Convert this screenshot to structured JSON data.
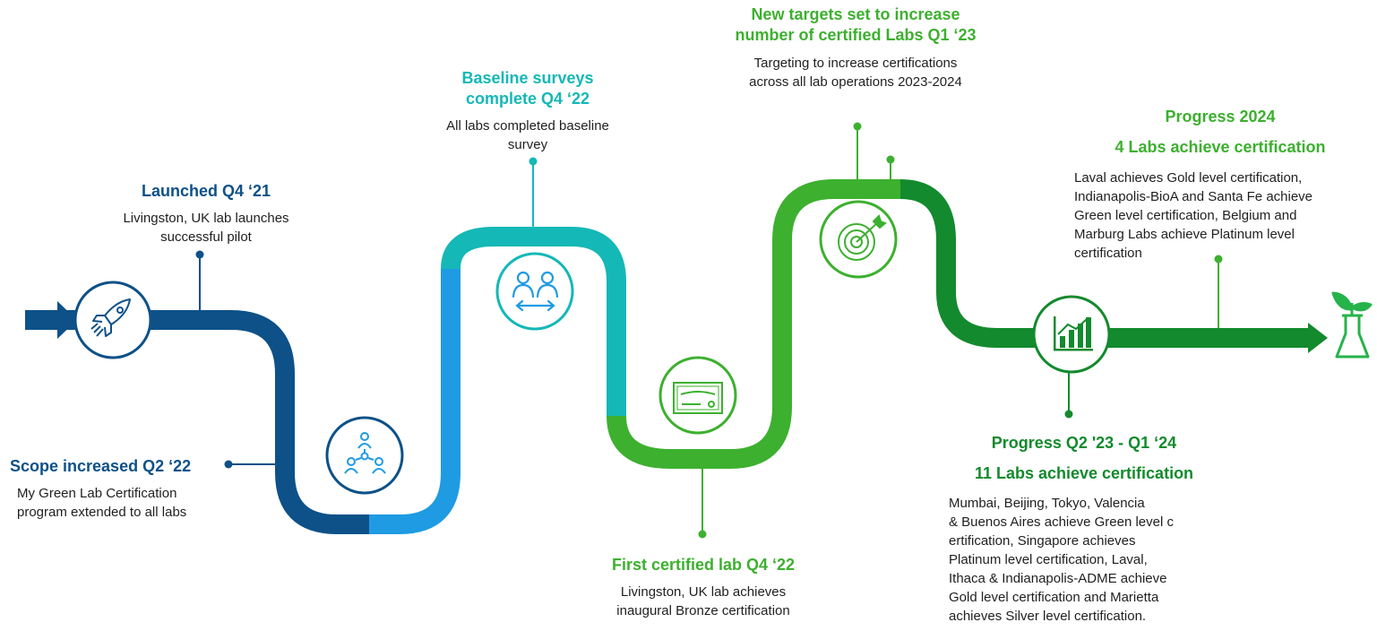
{
  "colors": {
    "navy": "#0d5188",
    "blue": "#1e9be2",
    "teal": "#14b8b6",
    "green": "#3db02f",
    "dark_green": "#138a2d",
    "text": "#1f1f1f"
  },
  "milestones": {
    "launched": {
      "title": "Launched Q4 ‘21",
      "body": "Livingston, UK lab launches\nsuccessful pilot",
      "icon": "rocket-icon"
    },
    "scope": {
      "title": "Scope increased Q2 ‘22",
      "body": "My Green Lab Certification\nprogram extended to all labs",
      "icon": "network-people-icon"
    },
    "baseline": {
      "title": "Baseline surveys\ncomplete Q4 ‘22",
      "body": "All labs completed baseline\nsurvey",
      "icon": "people-exchange-icon"
    },
    "first_certified": {
      "title": "First certified lab Q4 ‘22",
      "body": "Livingston, UK lab achieves\ninaugural Bronze certification",
      "icon": "certificate-icon"
    },
    "new_targets": {
      "title": "New targets set to increase\nnumber of certified Labs Q1 ‘23",
      "body": "Targeting to increase certifications\nacross all lab operations 2023-2024",
      "icon": "target-icon"
    },
    "progress_23_24": {
      "title": "Progress Q2 '23 - Q1 ‘24",
      "subtitle": "11 Labs achieve certification",
      "body": "Mumbai, Beijing, Tokyo, Valencia\n& Buenos Aires achieve Green level  c\nertification, Singapore achieves\nPlatinum level  certification, Laval,\nIthaca & Indianapolis-ADME achieve\nGold level certification and Marietta\nachieves Silver level certification.",
      "icon": "bar-chart-icon"
    },
    "progress_2024": {
      "title": "Progress 2024",
      "subtitle": "4 Labs achieve certification",
      "body": "Laval achieves Gold level certification,\nIndianapolis-BioA and Santa Fe achieve\nGreen level certification, Belgium and\nMarburg Labs achieve Platinum level\ncertification",
      "icon": "sprout-flask-icon"
    }
  }
}
